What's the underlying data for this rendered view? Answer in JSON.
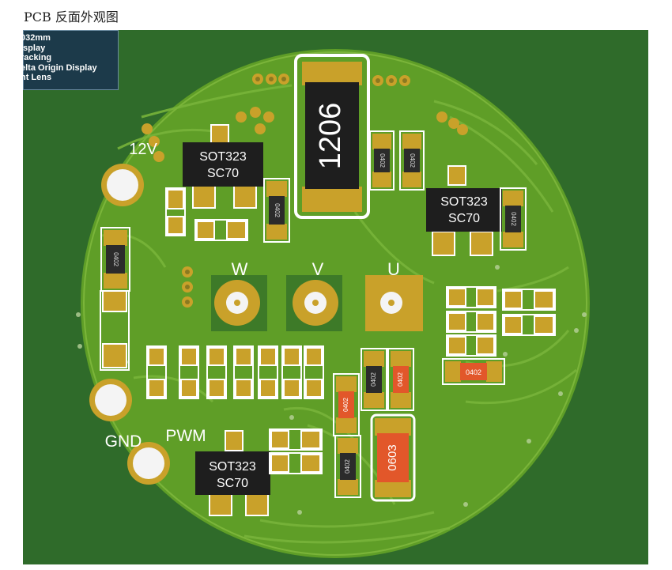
{
  "caption": "PCB 反面外观图",
  "overlay_lines": [
    "032mm",
    "isplay",
    "racking",
    "elta Origin Display",
    "ht Lens"
  ],
  "big_resistor": "1206",
  "labels": {
    "v12": "12V",
    "w": "W",
    "v": "V",
    "u": "U",
    "gnd": "GND",
    "pwm": "PWM"
  },
  "sot_packages": [
    {
      "line1": "SOT323",
      "line2": "SC70"
    },
    {
      "line1": "SOT323",
      "line2": "SC70"
    },
    {
      "line1": "SOT323",
      "line2": "SC70"
    }
  ],
  "small_parts": {
    "r0402_a": "0402",
    "r0402_b": "0402",
    "r0402_c": "0402",
    "r0402_left": "0402",
    "r0402_right": "0402",
    "r0402_mid_gray": "0402",
    "r0402_mid_orange": "0402",
    "r0402_horiz_orange": "0402",
    "r0402_orange_left": "0402",
    "r0402_bottom_gray": "0402",
    "r0603": "0603"
  },
  "colors": {
    "board": "#5f9e27",
    "board_background": "#2f6b2a",
    "pad": "#c9a12a",
    "silkscreen": "#ffffff",
    "resistor_body": "#2b2b2b",
    "orange_part": "#e2572a"
  }
}
